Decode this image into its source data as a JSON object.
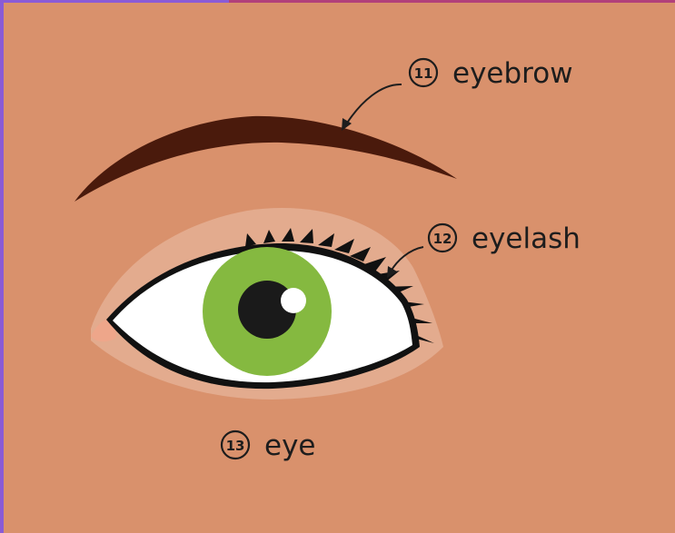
{
  "labels": {
    "eyebrow": {
      "number": "11",
      "text": "eyebrow"
    },
    "eyelash": {
      "number": "12",
      "text": "eyelash"
    },
    "eye": {
      "number": "13",
      "text": "eye"
    }
  },
  "colors": {
    "skin": "#d9916c",
    "eyelid": "#e3ab8e",
    "eyebrow": "#4a1a0c",
    "iris": "#85b940",
    "pupil": "#1a1a1a",
    "sclera": "#ffffff",
    "tear_duct": "#eea68a"
  }
}
